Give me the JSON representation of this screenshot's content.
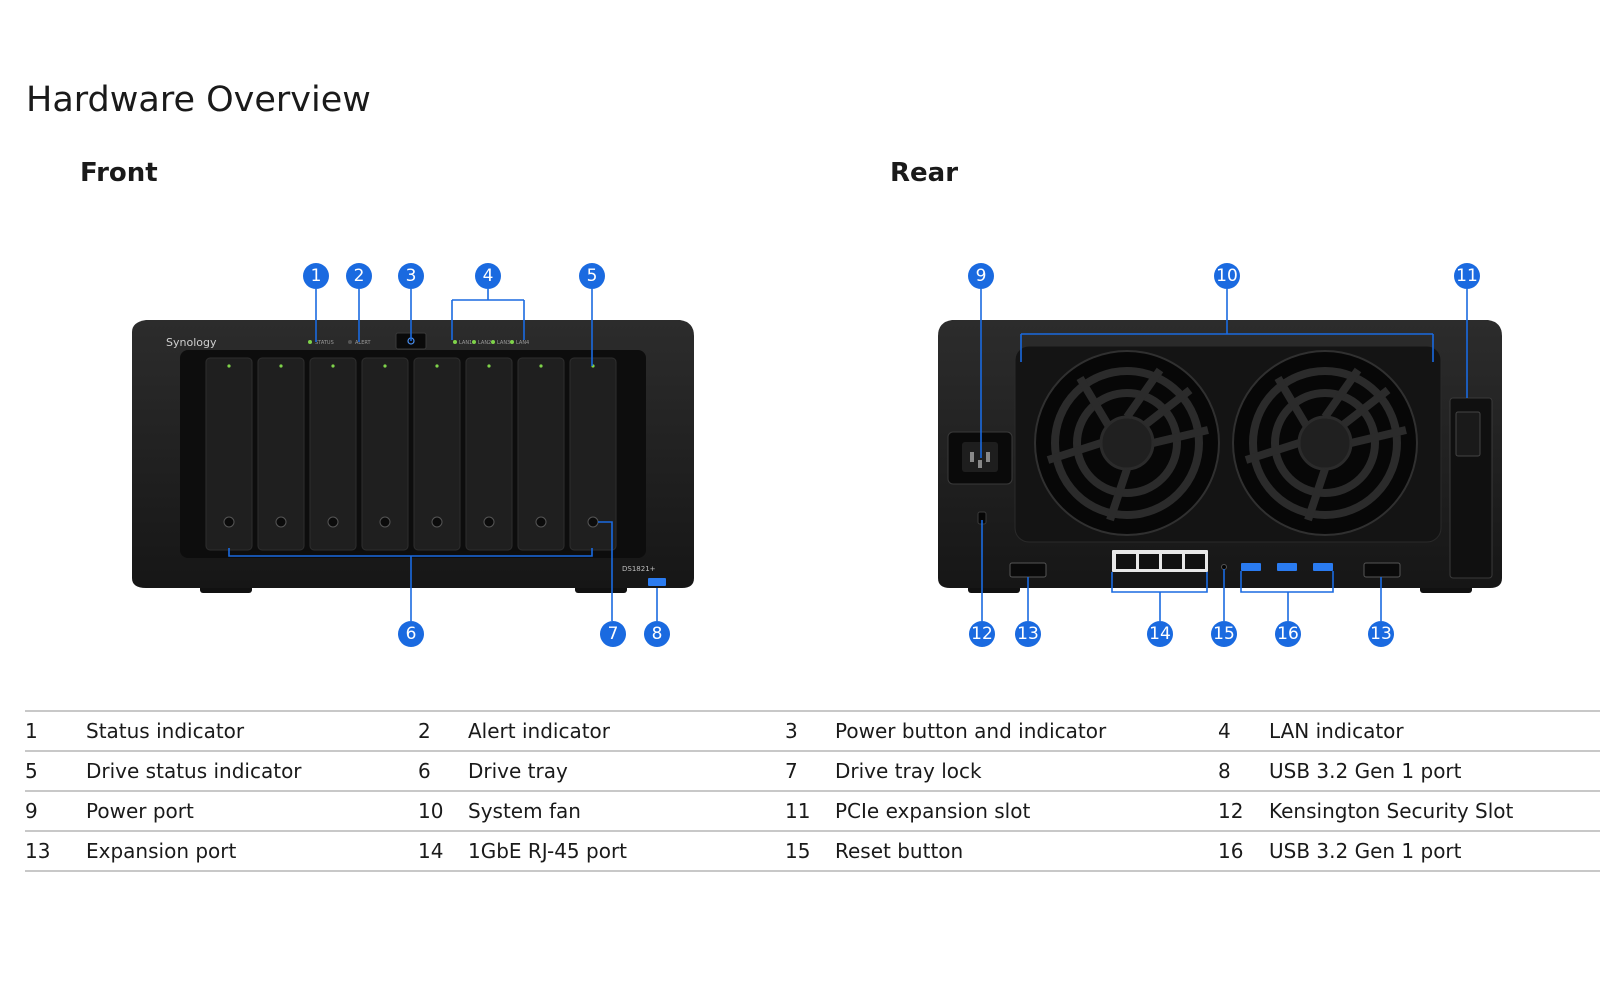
{
  "page": {
    "title": "Hardware Overview",
    "front_label": "Front",
    "rear_label": "Rear"
  },
  "front_panel": {
    "brand": "Synology",
    "model": "DS1821+",
    "indicator_labels": [
      "STATUS",
      "ALERT",
      "LAN1",
      "LAN2",
      "LAN3",
      "LAN4"
    ],
    "drive_bays": 8
  },
  "front_callouts": [
    "1",
    "2",
    "3",
    "4",
    "5",
    "6",
    "7",
    "8"
  ],
  "rear_callouts": [
    "9",
    "10",
    "11",
    "12",
    "13",
    "14",
    "15",
    "16",
    "13"
  ],
  "colors": {
    "callout": "#1a6ae0",
    "chassis": "#1c1c1c",
    "usb": "#2a7bf0",
    "rule": "#c8c8c8"
  },
  "legend": [
    [
      {
        "num": "1",
        "label": "Status indicator"
      },
      {
        "num": "2",
        "label": "Alert indicator"
      },
      {
        "num": "3",
        "label": "Power button and indicator"
      },
      {
        "num": "4",
        "label": "LAN indicator"
      }
    ],
    [
      {
        "num": "5",
        "label": "Drive status indicator"
      },
      {
        "num": "6",
        "label": "Drive tray"
      },
      {
        "num": "7",
        "label": "Drive tray lock"
      },
      {
        "num": "8",
        "label": "USB 3.2 Gen 1 port"
      }
    ],
    [
      {
        "num": "9",
        "label": "Power port"
      },
      {
        "num": "10",
        "label": "System fan"
      },
      {
        "num": "11",
        "label": "PCIe expansion slot"
      },
      {
        "num": "12",
        "label": "Kensington Security Slot"
      }
    ],
    [
      {
        "num": "13",
        "label": "Expansion port"
      },
      {
        "num": "14",
        "label": "1GbE RJ-45 port"
      },
      {
        "num": "15",
        "label": "Reset button"
      },
      {
        "num": "16",
        "label": "USB 3.2 Gen 1 port"
      }
    ]
  ]
}
